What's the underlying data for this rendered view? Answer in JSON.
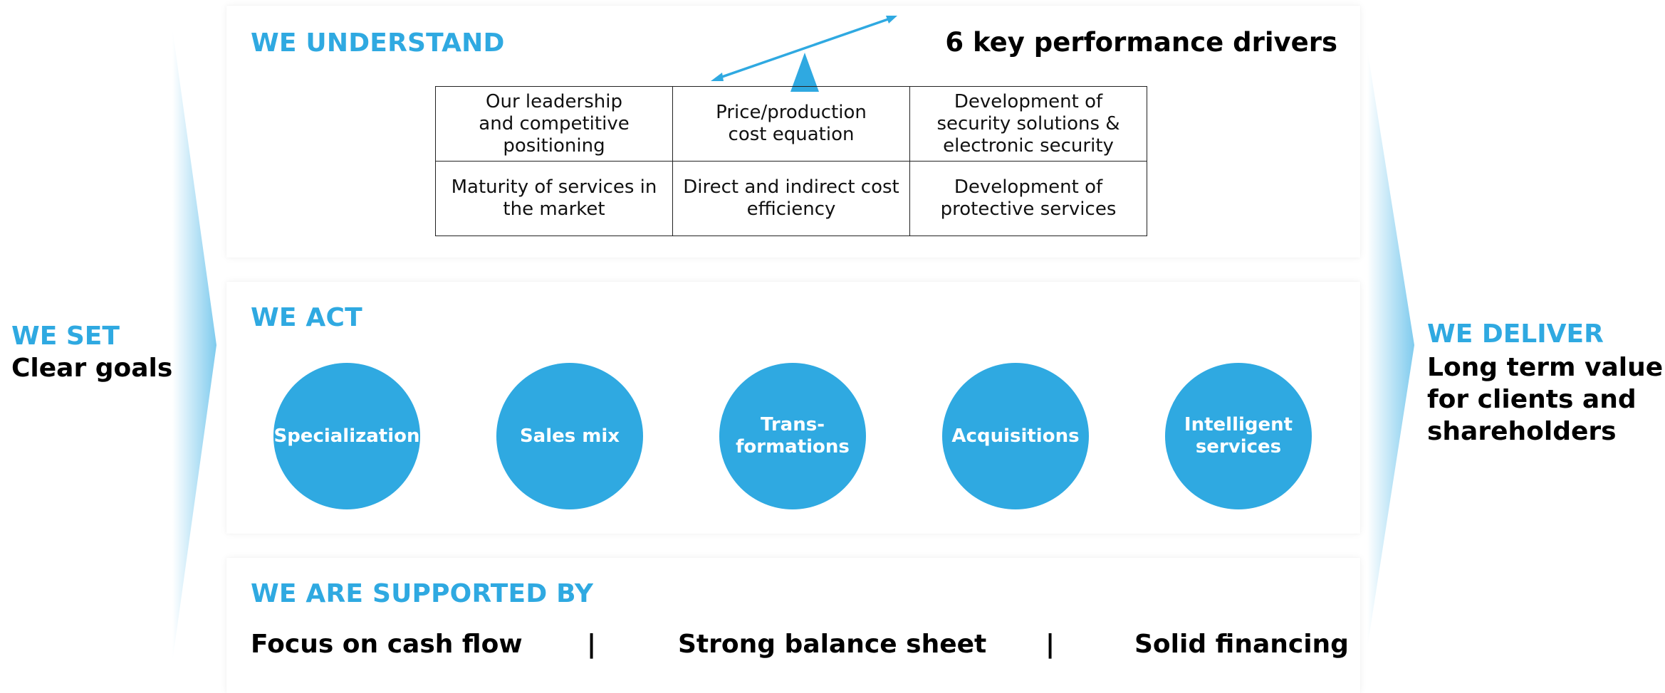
{
  "left": {
    "heading": "WE SET",
    "sub": "Clear goals"
  },
  "right": {
    "heading": "WE DELIVER",
    "sub": "Long term value\nfor clients and\nshareholders"
  },
  "understand": {
    "title": "WE UNDERSTAND",
    "drivers_title": "6  key performance drivers",
    "rows": [
      [
        "Our leadership\nand competitive\npositioning",
        "Price/production\ncost equation",
        "Development of\nsecurity solutions &\nelectronic security"
      ],
      [
        "Maturity of services in\nthe market",
        "Direct and indirect cost\nefficiency",
        "Development of\nprotective services"
      ]
    ]
  },
  "act": {
    "title": "WE ACT",
    "circles": [
      "Specialization",
      "Sales mix",
      "Trans-\nformations",
      "Acquisitions",
      "Intelligent\nservices"
    ]
  },
  "supported": {
    "title": "WE ARE SUPPORTED BY",
    "items": [
      "Focus on cash flow",
      "|",
      "Strong balance sheet",
      "|",
      "Solid financing"
    ]
  },
  "colors": {
    "accent": "#2fa9e1",
    "text": "#000000"
  }
}
